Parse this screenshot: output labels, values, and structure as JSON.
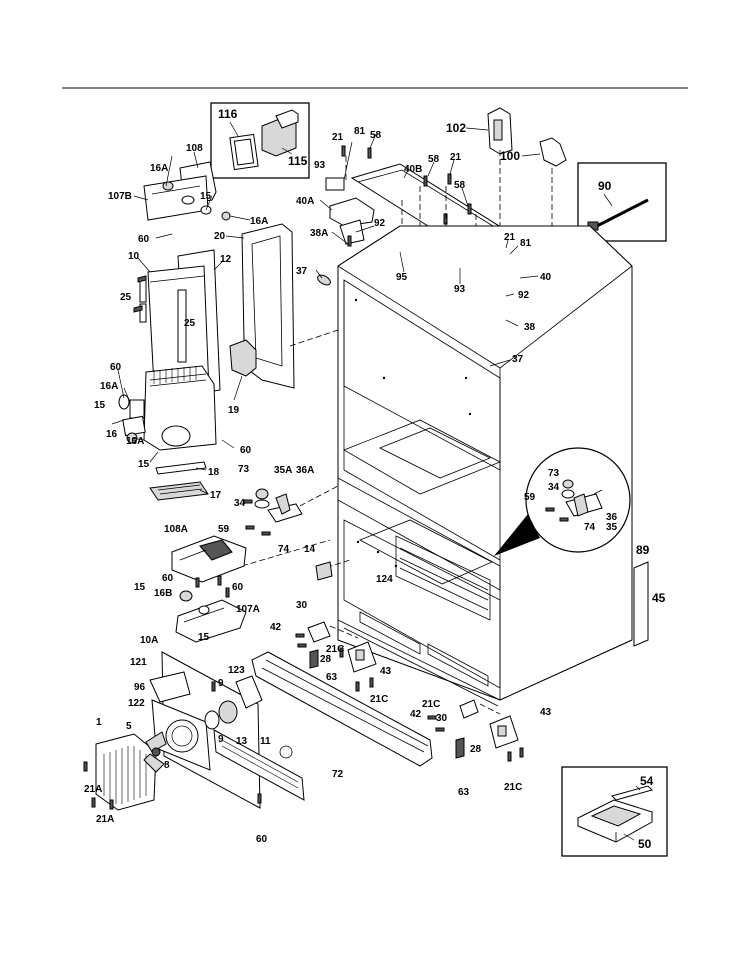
{
  "labels": {
    "l116": "116",
    "l115": "115",
    "l108": "108",
    "l16a_1": "16A",
    "l107b": "107B",
    "l15_1": "15",
    "l16a_2": "16A",
    "l20": "20",
    "l60_1": "60",
    "l10": "10",
    "l12": "12",
    "l25_1": "25",
    "l25_2": "25",
    "l60_2": "60",
    "l16a_3": "16A",
    "l15_2": "15",
    "l16": "16",
    "l16a_4": "16A",
    "l15_3": "15",
    "l19": "19",
    "l60_3": "60",
    "l18": "18",
    "l17": "17",
    "l21_1": "21",
    "l81_1": "81",
    "l58_1": "58",
    "l93_1": "93",
    "l40b": "40B",
    "l58_2": "58",
    "l21_2": "21",
    "l40a": "40A",
    "l92_1": "92",
    "l38a": "38A",
    "l37_1": "37",
    "l95": "95",
    "l58_3": "58",
    "l102": "102",
    "l100": "100",
    "l90": "90",
    "l21_3": "21",
    "l81_2": "81",
    "l40": "40",
    "l93_2": "93",
    "l92_2": "92",
    "l38": "38",
    "l37_2": "37",
    "l73_1": "73",
    "l35a": "35A",
    "l36a": "36A",
    "l34_1": "34",
    "l59_1": "59",
    "l74_1": "74",
    "l73_2": "73",
    "l34_2": "34",
    "l59_2": "59",
    "l36": "36",
    "l74_2": "74",
    "l35": "35",
    "l14": "14",
    "l124": "124",
    "l108a": "108A",
    "l60_4": "60",
    "l60_5": "60",
    "l15_4": "15",
    "l16b": "16B",
    "l107a": "107A",
    "l15_5": "15",
    "l89": "89",
    "l45": "45",
    "l30_1": "30",
    "l42_1": "42",
    "l21c_1": "21C",
    "l28_1": "28",
    "l43_1": "43",
    "l63_1": "63",
    "l21c_2": "21C",
    "l10a": "10A",
    "l121": "121",
    "l123": "123",
    "l96": "96",
    "l9_1": "9",
    "l122": "122",
    "l1": "1",
    "l5": "5",
    "l9_2": "9",
    "l13": "13",
    "l11": "11",
    "l8": "8",
    "l21a_1": "21A",
    "l21a_2": "21A",
    "l72": "72",
    "l60_6": "60",
    "l21c_3": "21C",
    "l42_2": "42",
    "l30_2": "30",
    "l43_2": "43",
    "l28_2": "28",
    "l63_2": "63",
    "l21c_4": "21C",
    "l54": "54",
    "l50": "50"
  }
}
